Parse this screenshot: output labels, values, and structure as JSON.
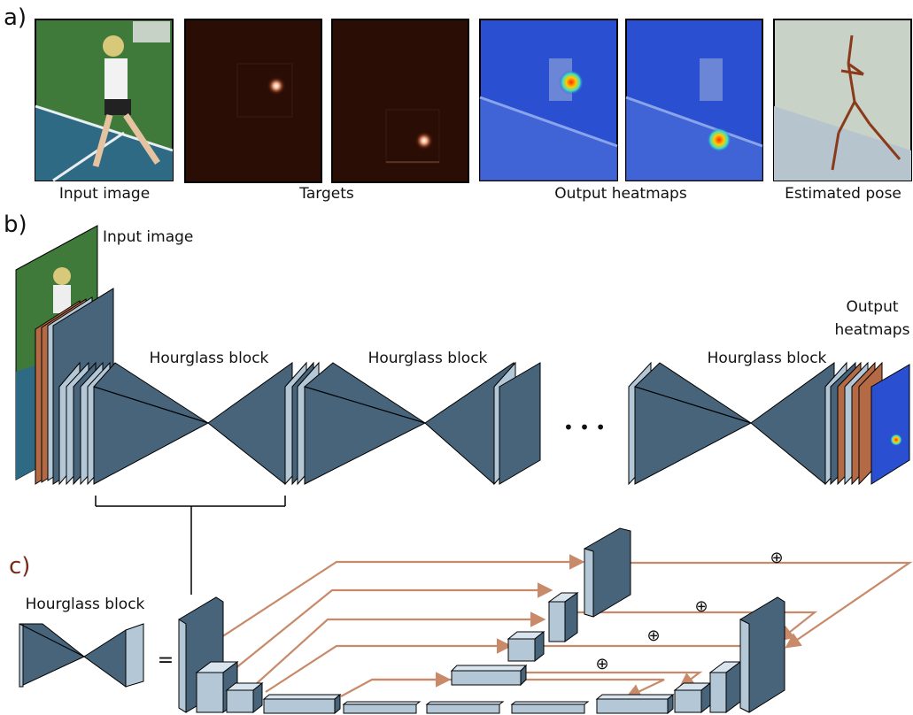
{
  "panel_a": {
    "section_label": "a)",
    "captions": {
      "input": "Input image",
      "targets": "Targets",
      "heatmaps": "Output heatmaps",
      "pose": "Estimated pose"
    }
  },
  "panel_b": {
    "section_label": "b)",
    "input_label": "Input image",
    "hourglass_labels": [
      "Hourglass block",
      "Hourglass block",
      "Hourglass block"
    ],
    "output_label_line1": "Output",
    "output_label_line2": "heatmaps",
    "ellipsis": "• • •"
  },
  "panel_c": {
    "section_label": "c)",
    "block_label": "Hourglass block",
    "equals": "=",
    "add_symbol": "⊕"
  },
  "colors": {
    "slate": "#47647a",
    "slate_dark": "#2f4656",
    "light_blue": "#b4c7d6",
    "light_blue_top": "#d8e4ee",
    "copper": "#b46a45",
    "dark_red": "#2a0d05",
    "heat_blue": "#2a4fd0",
    "arrow": "#c98a6a"
  }
}
